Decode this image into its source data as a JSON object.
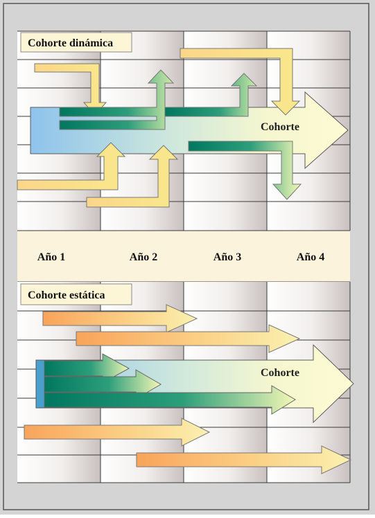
{
  "diagram": {
    "dynamic": {
      "label": "Cohorte dinámica",
      "cohort_label": "Cohorte"
    },
    "years": [
      "Año 1",
      "Año 2",
      "Año 3",
      "Año 4"
    ],
    "static": {
      "label": "Cohorte estática",
      "cohort_label": "Cohorte"
    }
  },
  "colors": {
    "frame_outer": "#d4d4d4",
    "grid_line": "#3a3a3a",
    "year_band": "#fbf3dc",
    "label_box": "#fdf6d6",
    "arrow_yellow": "#ecf271",
    "arrow_orange": "#fbc96a",
    "cohort_blue": "#8ec3ec",
    "cohort_teal": "#007a6a"
  }
}
